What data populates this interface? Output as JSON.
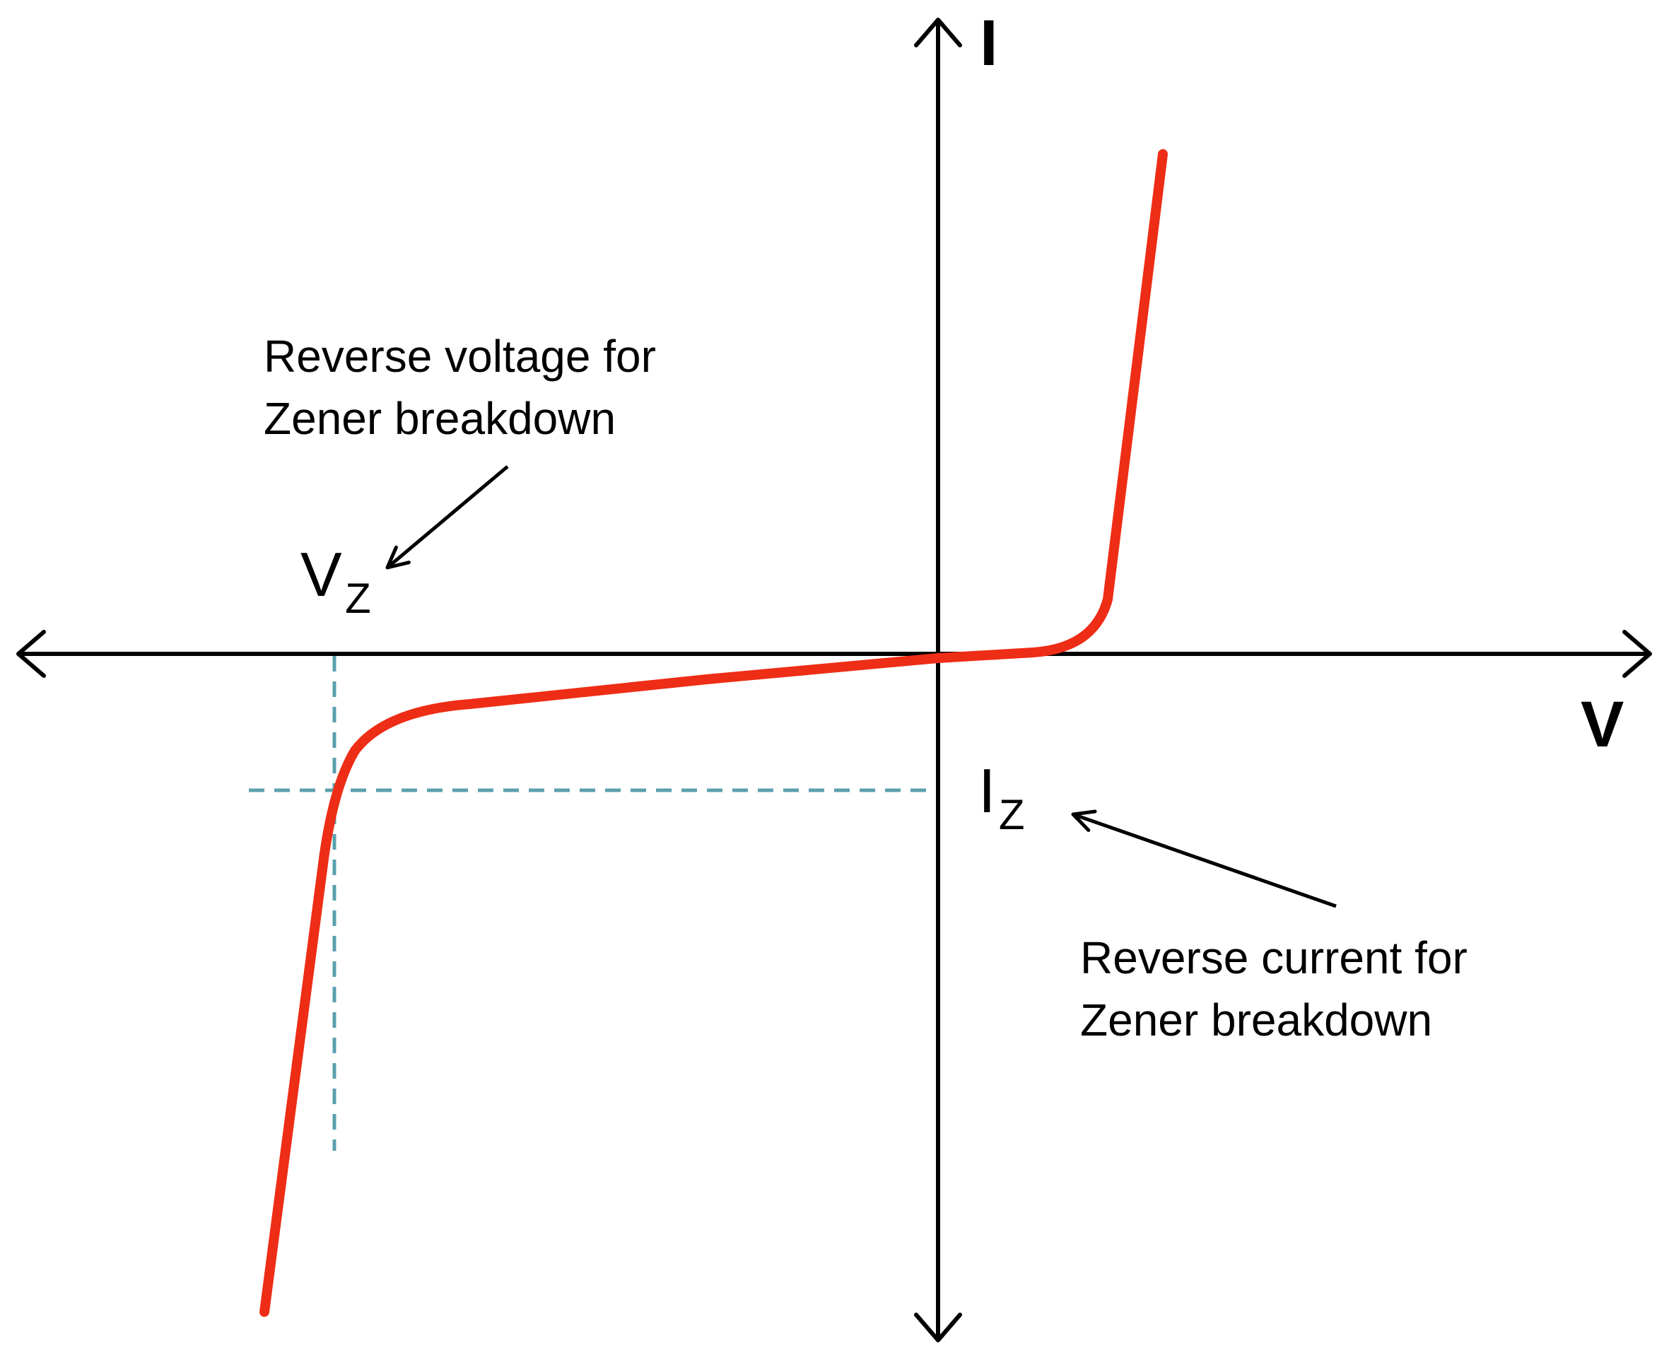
{
  "figure": {
    "type": "diagram",
    "axes": {
      "i_label": "I",
      "v_label": "V"
    },
    "point_labels": {
      "vz": {
        "main": "V",
        "sub": "Z"
      },
      "iz": {
        "main": "I",
        "sub": "Z"
      }
    },
    "annotations": {
      "reverse_voltage": {
        "line1": "Reverse voltage for",
        "line2": "Zener breakdown"
      },
      "reverse_current": {
        "line1": "Reverse current for",
        "line2": "Zener breakdown"
      }
    },
    "colors": {
      "curve": "#ee2d16",
      "dashed_guides": "#5ba0ae",
      "axis": "#000000",
      "text": "#000000",
      "background": "#ffffff"
    }
  }
}
